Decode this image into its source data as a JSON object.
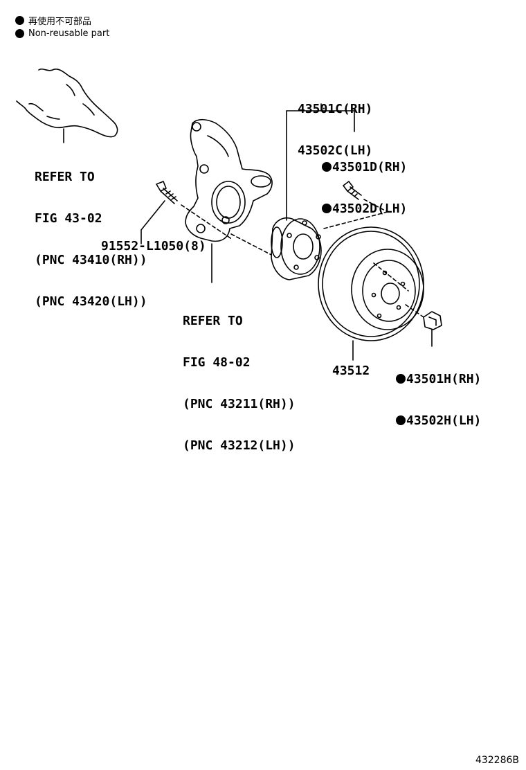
{
  "legend": [
    {
      "text": "再使用不可部品"
    },
    {
      "text": "Non-reusable part"
    }
  ],
  "labels": {
    "ref_steering": [
      "REFER TO",
      "FIG 43-02",
      "(PNC 43410(RH))",
      "(PNC 43420(LH))"
    ],
    "bolt_part": "91552-L1050(8)",
    "ref_knuckle": [
      "REFER TO",
      "FIG 48-02",
      "(PNC 43211(RH))",
      "(PNC 43212(LH))"
    ],
    "hub_assy": [
      "43501C(RH)",
      "43502C(LH)"
    ],
    "hub_bolt": [
      "43501D(RH)",
      "43502D(LH)"
    ],
    "disc": "43512",
    "hub_nut": [
      "43501H(RH)",
      "43502H(LH)"
    ]
  },
  "figure_number": "432286B"
}
